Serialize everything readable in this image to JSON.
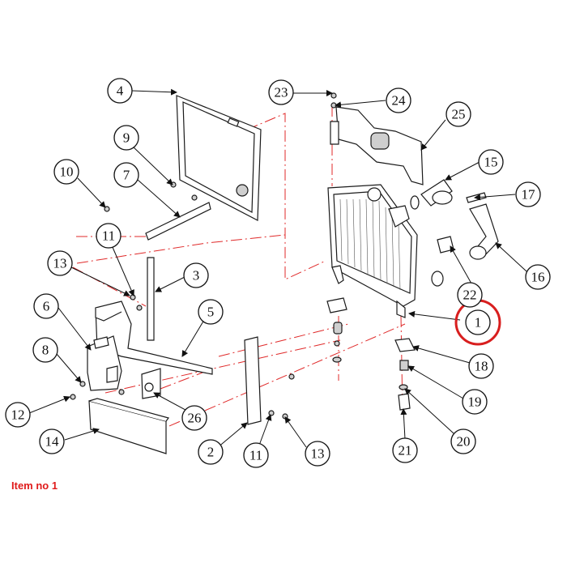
{
  "diagram": {
    "callouts": [
      "1",
      "2",
      "3",
      "4",
      "5",
      "6",
      "7",
      "8",
      "9",
      "10",
      "11",
      "11",
      "12",
      "13",
      "13",
      "14",
      "15",
      "16",
      "17",
      "18",
      "19",
      "20",
      "21",
      "22",
      "23",
      "24",
      "25",
      "26"
    ],
    "highlighted_callout": "1",
    "accent_color": "#d81e1e"
  },
  "footer": {
    "item_label": "Item no 1"
  }
}
